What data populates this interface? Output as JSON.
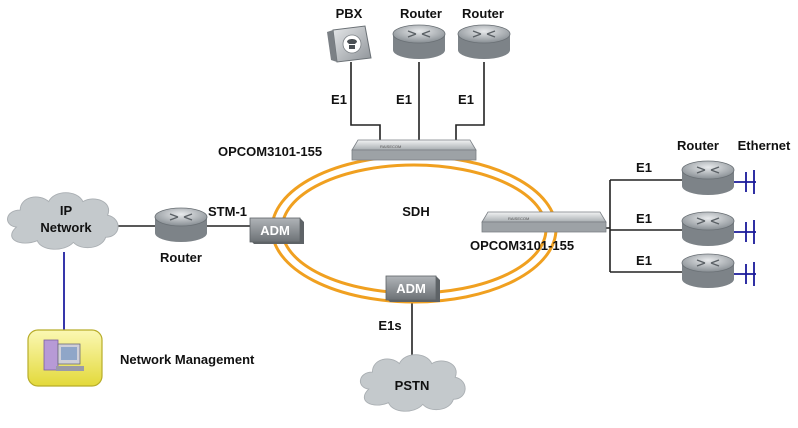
{
  "colors": {
    "ring": "#f0a020",
    "cloud": "#c4c9cc",
    "adm": "#8a8f93",
    "router": "#9aa0a4",
    "management_line": "#2020a0",
    "ethernet_port": "#1a1a9a",
    "monitor_box": "#f4ef7a"
  },
  "labels": {
    "pbx": "PBX",
    "router_top_1": "Router",
    "router_top_2": "Router",
    "e1_top_1": "E1",
    "e1_top_2": "E1",
    "e1_top_3": "E1",
    "opcom_top": "OPCOM3101-155",
    "opcom_right": "OPCOM3101-155",
    "router_right": "Router",
    "ethernet": "Ethernet",
    "e1_right_1": "E1",
    "e1_right_2": "E1",
    "e1_right_3": "E1",
    "sdh": "SDH",
    "stm1": "STM-1",
    "adm_left": "ADM",
    "adm_bottom": "ADM",
    "router_left": "Router",
    "ip_network_line1": "IP",
    "ip_network_line2": "Network",
    "e1s": "E1s",
    "pstn": "PSTN",
    "network_management": "Network Management"
  },
  "icons": {
    "pbx": "pbx-icon",
    "router": "router-icon",
    "adm": "adm-icon",
    "opcom": "opcom-device-icon",
    "cloud": "cloud-icon",
    "management": "network-management-icon",
    "ethernet": "ethernet-port-icon"
  }
}
